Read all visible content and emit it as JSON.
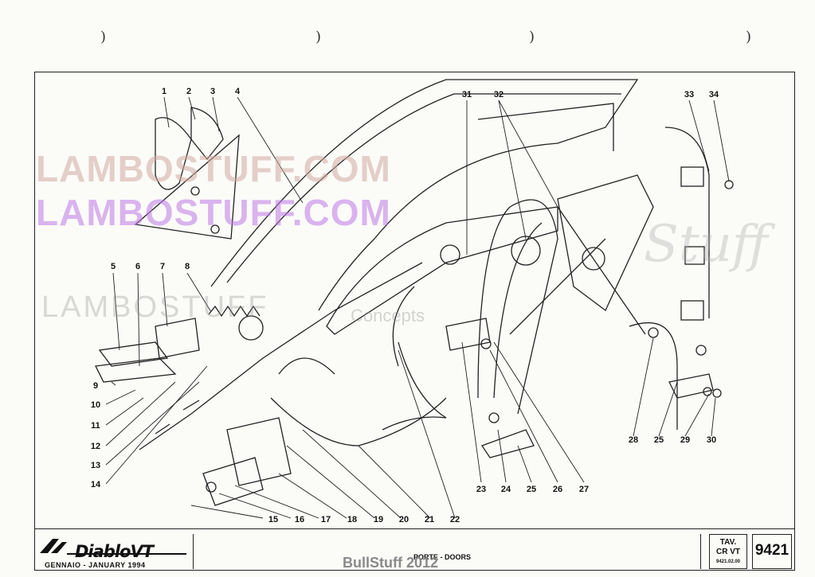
{
  "watermarks": {
    "lambostuff_1": "LAMBOSTUFF.COM",
    "lambostuff_2": "LAMBOSTUFF.COM",
    "lambostuff_3": "LAMBOSTUFF",
    "concepts": "Concepts",
    "stuff_script": "Stuff",
    "footer": "BullStuff 2012"
  },
  "callouts": [
    "1",
    "2",
    "3",
    "4",
    "5",
    "6",
    "7",
    "8",
    "9",
    "10",
    "11",
    "12",
    "13",
    "14",
    "15",
    "16",
    "17",
    "18",
    "19",
    "20",
    "21",
    "22",
    "23",
    "24",
    "25",
    "26",
    "27",
    "28",
    "25",
    "29",
    "30",
    "31",
    "32",
    "33",
    "34"
  ],
  "title_block": {
    "logo": "DiabloVT",
    "date": "GENNAIO - JANUARY 1994",
    "description": "PORTE - DOORS",
    "tav_label": "TAV.",
    "tav_model": "CR VT",
    "tav_code": "9421.02.00",
    "sheet_number": "9421"
  }
}
